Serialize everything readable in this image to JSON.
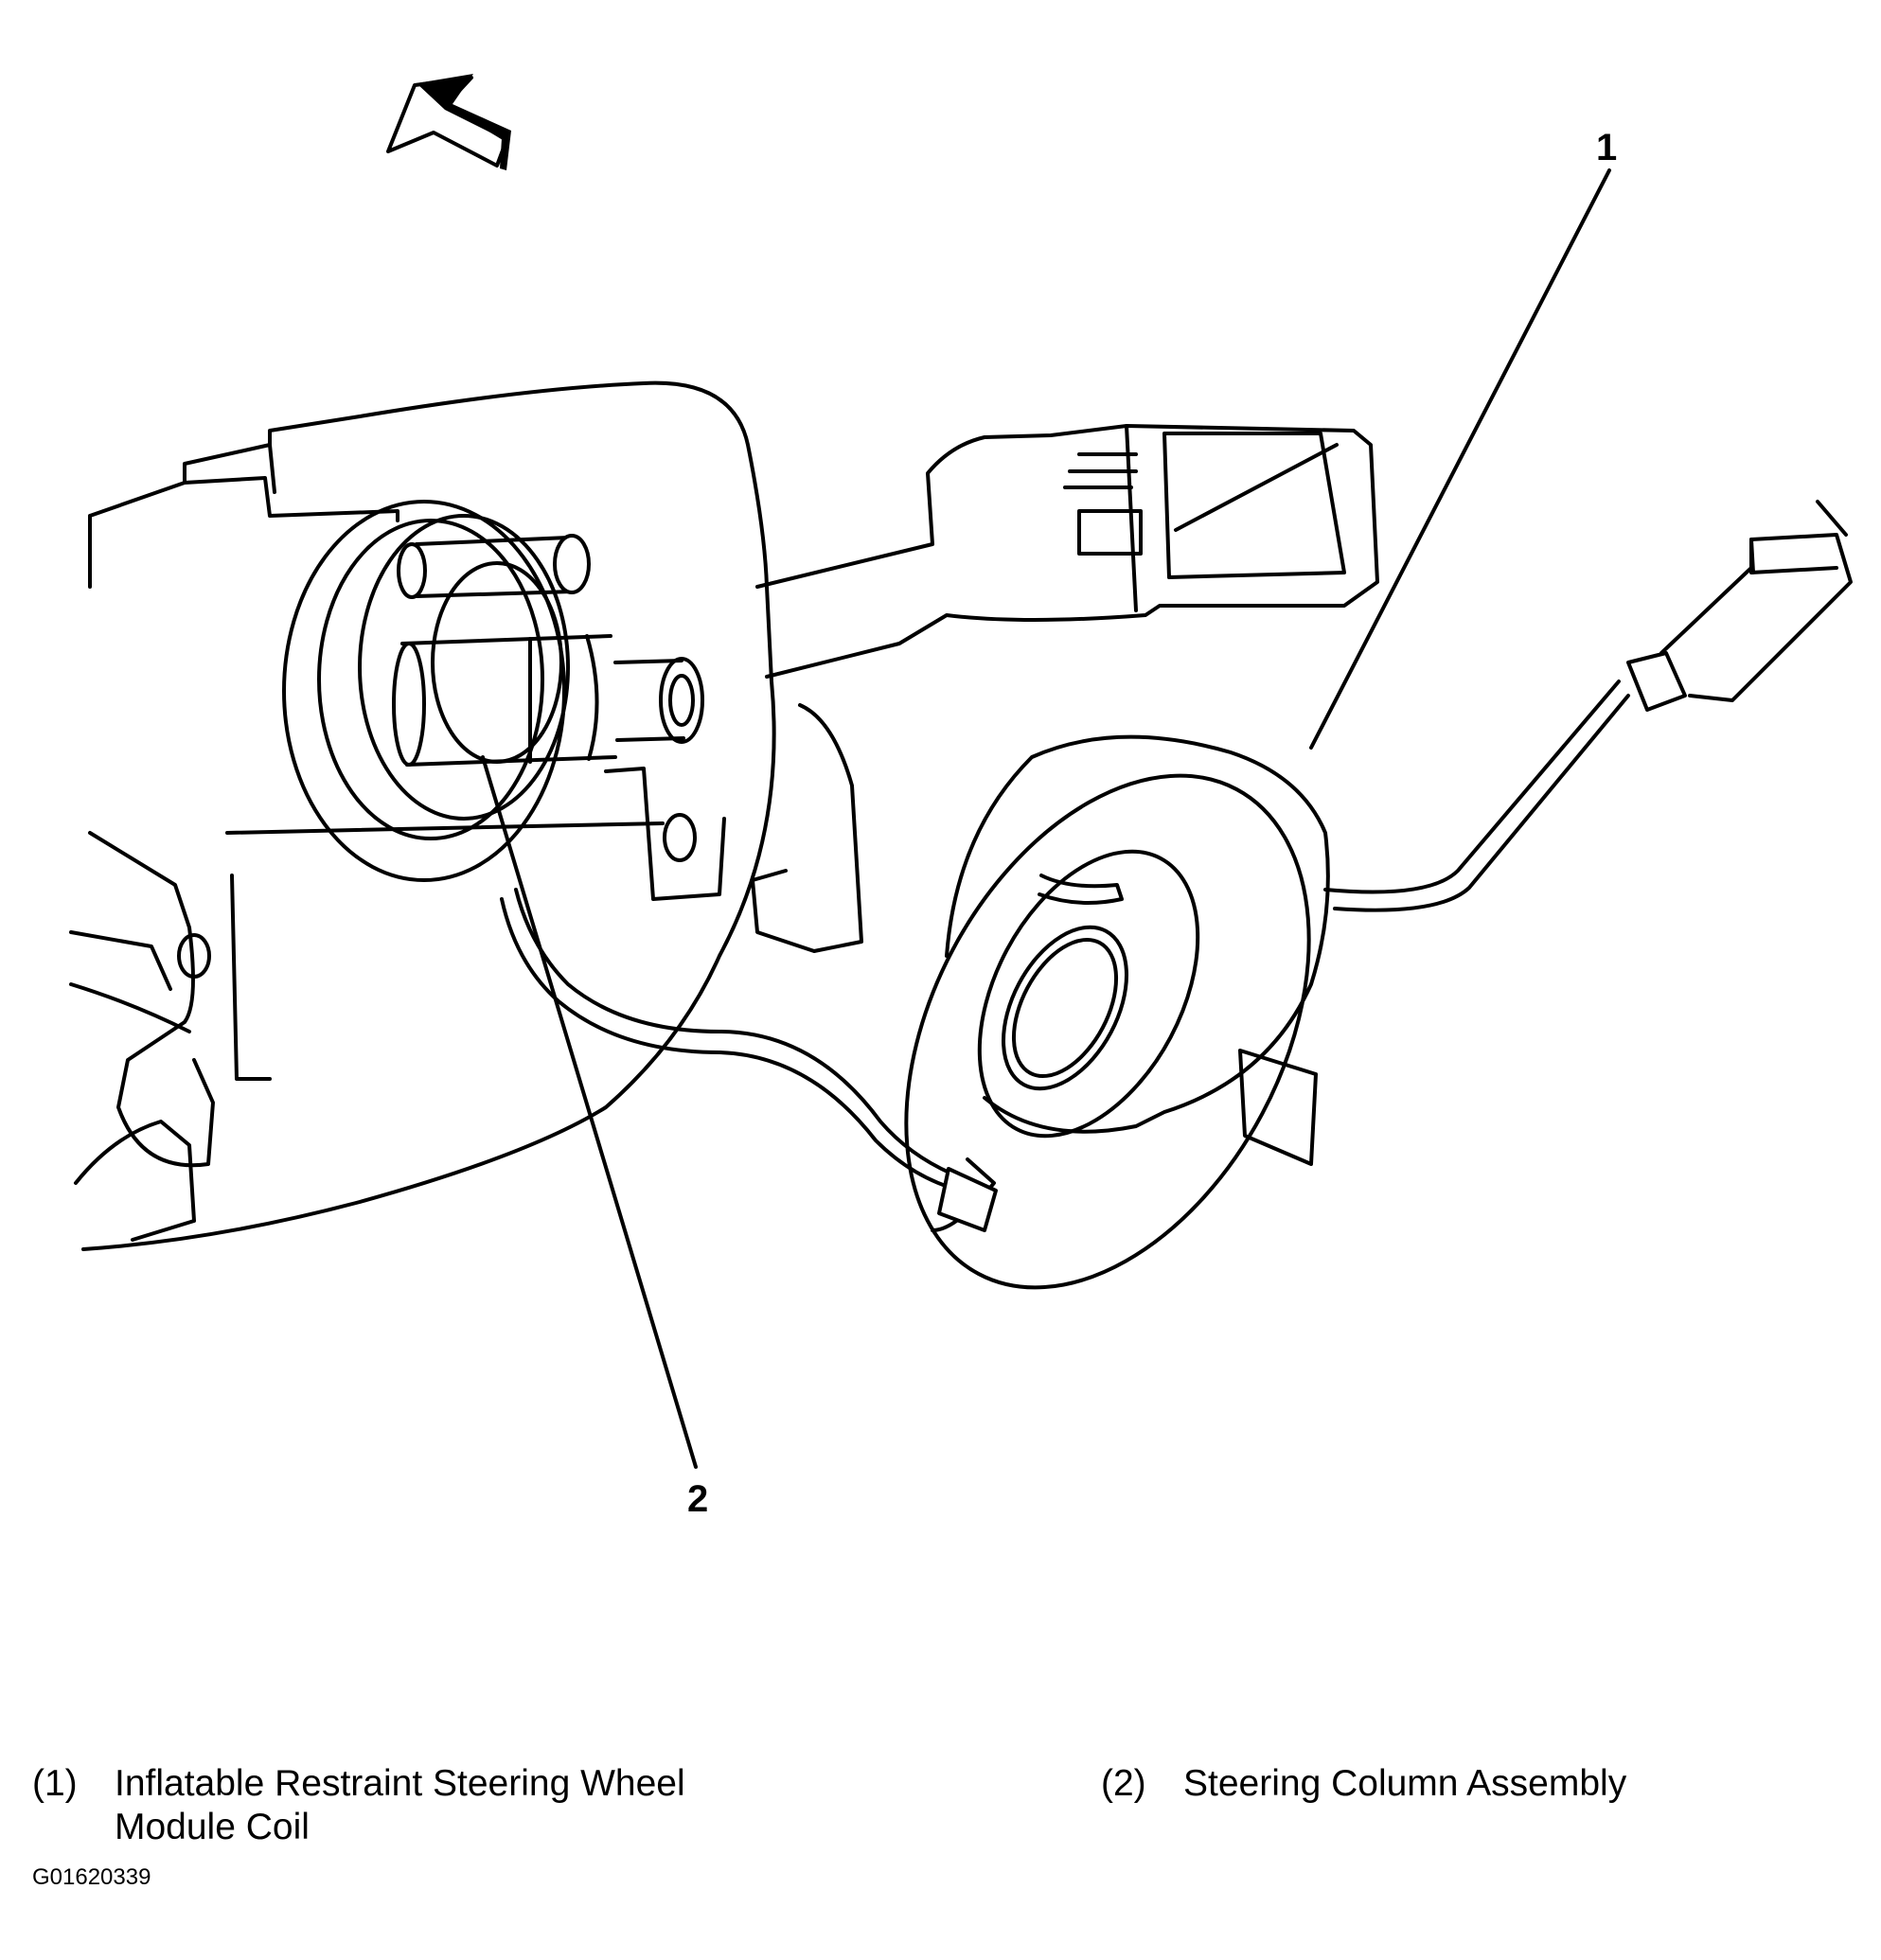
{
  "callouts": [
    {
      "label": "1"
    },
    {
      "label": "2"
    }
  ],
  "legend": [
    {
      "number": "(1)",
      "text": "Inflatable Restraint Steering Wheel Module Coil"
    },
    {
      "number": "(2)",
      "text": "Steering Column Assembly"
    }
  ],
  "figure_id": "G01620339",
  "icons": [
    "direction-arrow-icon"
  ],
  "line_color": "#000000"
}
